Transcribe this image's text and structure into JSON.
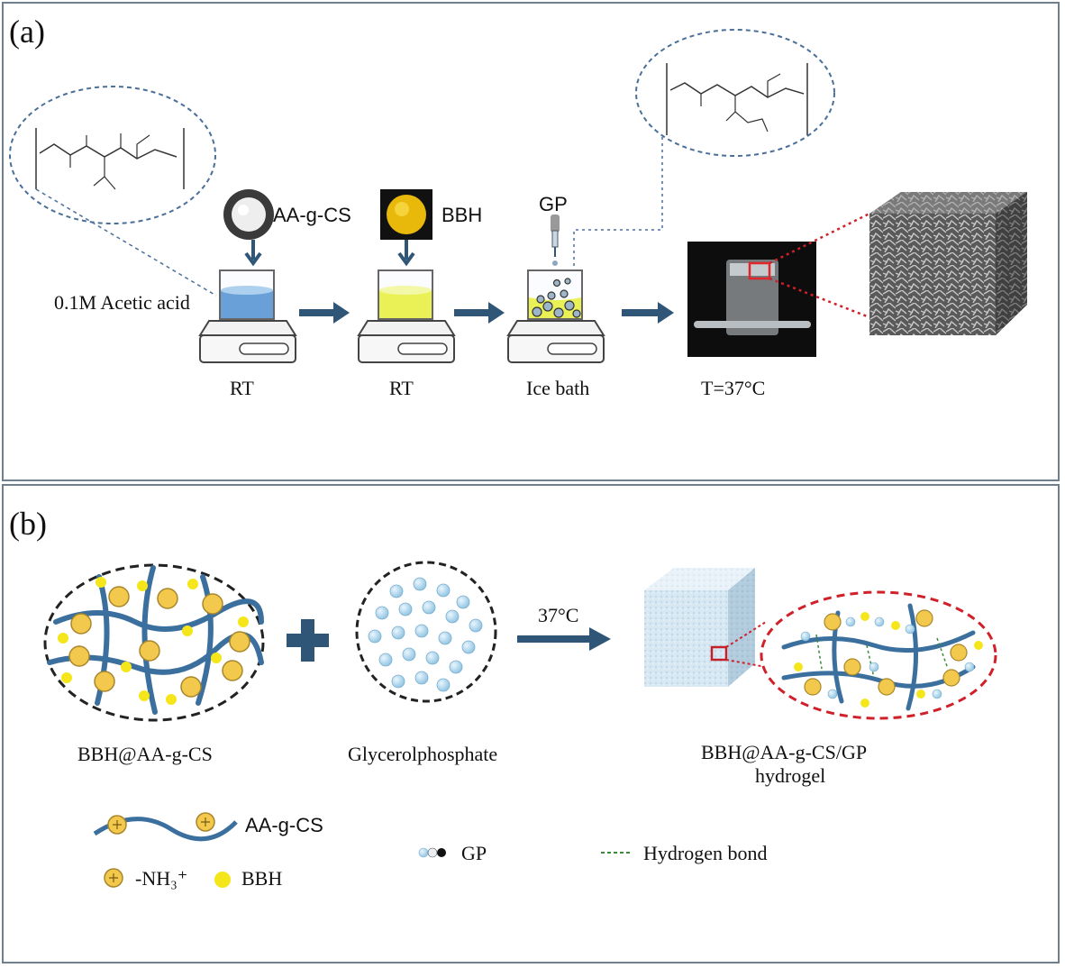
{
  "panel_a": {
    "letter": "(a)",
    "reagent_1": "AA-g-CS",
    "reagent_2": "BBH",
    "reagent_3": "GP",
    "solvent": "0.1M Acetic acid",
    "step_1": "RT",
    "step_2": "RT",
    "step_3": "Ice bath",
    "step_4": "T=37°C"
  },
  "panel_b": {
    "letter": "(b)",
    "arrow_label": "37°C",
    "caption_left": "BBH@AA-g-CS",
    "caption_mid": "Glycerolphosphate",
    "caption_right_1": "BBH@AA-g-CS/GP",
    "caption_right_2": "hydrogel",
    "legend_chain": "AA-g-CS",
    "legend_nh3": "-NH₃⁺",
    "legend_bbh": "BBH",
    "legend_gp": "GP",
    "legend_hbond": "Hydrogen bond"
  },
  "colors": {
    "arrow": "#2f5577",
    "chain": "#3a6f9e",
    "bbh": "#f4e61a",
    "nh3_fill": "#f2c94c",
    "gp": "#a9d3ea",
    "gel_outline": "#d0202a",
    "frame": "#6f7f8e"
  }
}
